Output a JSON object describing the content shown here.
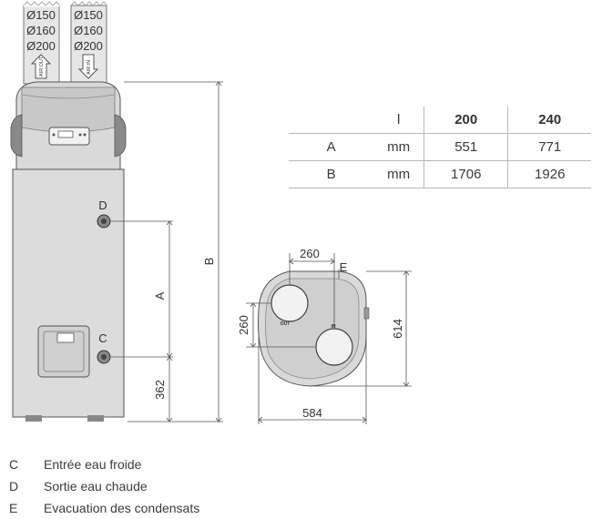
{
  "pipes": {
    "left": [
      "Ø150",
      "Ø160",
      "Ø200"
    ],
    "right": [
      "Ø150",
      "Ø160",
      "Ø200"
    ],
    "left_arrow_label": "AIR OUT",
    "right_arrow_label": "AIR IN"
  },
  "front_view": {
    "label_d": "D",
    "label_c": "C",
    "label_a": "A",
    "label_b": "B",
    "dim_362": "362"
  },
  "top_view": {
    "dim_260_top": "260",
    "label_e": "E",
    "dim_260_left": "260",
    "dim_614": "614",
    "dim_584": "584",
    "out_label": "OUT",
    "in_label": "IN"
  },
  "table": {
    "header": [
      "",
      "l",
      "200",
      "240"
    ],
    "rows": [
      [
        "A",
        "mm",
        "551",
        "771"
      ],
      [
        "B",
        "mm",
        "1706",
        "1926"
      ]
    ]
  },
  "legend": [
    {
      "key": "C",
      "text": "Entrée eau froide"
    },
    {
      "key": "D",
      "text": "Sortie eau chaude"
    },
    {
      "key": "E",
      "text": "Evacuation des condensats"
    }
  ]
}
